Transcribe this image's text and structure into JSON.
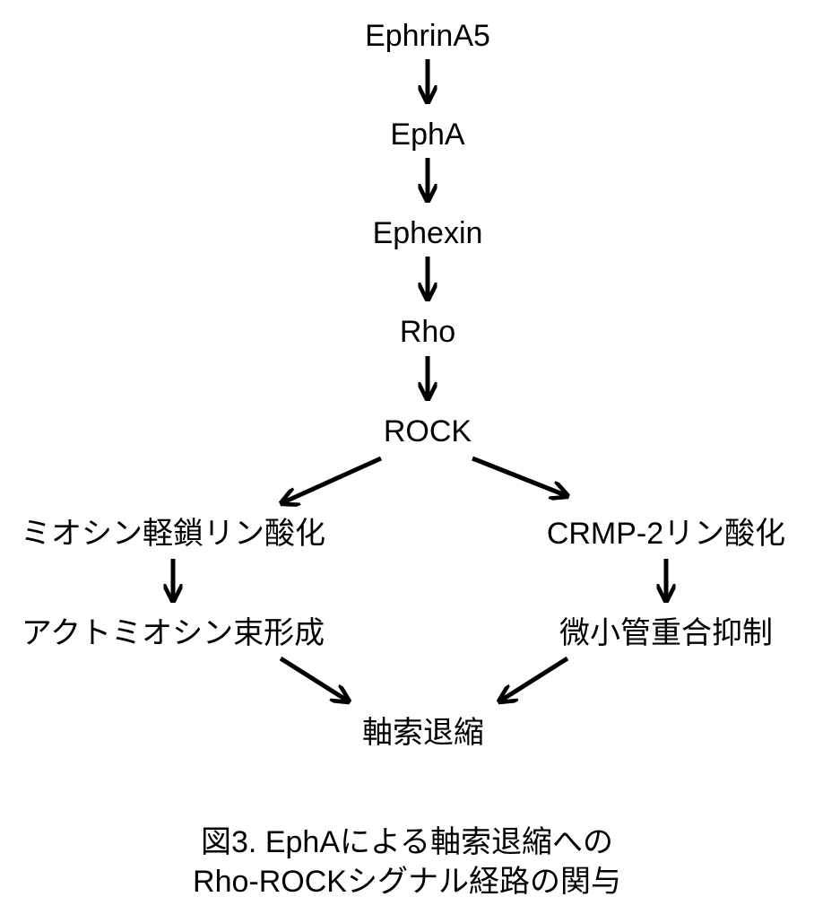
{
  "diagram": {
    "nodes": {
      "ephrina5": "EphrinA5",
      "epha": "EphA",
      "ephexin": "Ephexin",
      "rho": "Rho",
      "rock": "ROCK",
      "mlc_phos": "ミオシン軽鎖リン酸化",
      "crmp2_phos": "CRMP-2リン酸化",
      "actomyosin": "アクトミオシン束形成",
      "microtubule": "微小管重合抑制",
      "axon_retraction": "軸索退縮"
    },
    "edges": [
      {
        "from": "EphrinA5",
        "to": "EphA"
      },
      {
        "from": "EphA",
        "to": "Ephexin"
      },
      {
        "from": "Ephexin",
        "to": "Rho"
      },
      {
        "from": "Rho",
        "to": "ROCK"
      },
      {
        "from": "ROCK",
        "to": "ミオシン軽鎖リン酸化"
      },
      {
        "from": "ROCK",
        "to": "CRMP-2リン酸化"
      },
      {
        "from": "ミオシン軽鎖リン酸化",
        "to": "アクトミオシン束形成"
      },
      {
        "from": "CRMP-2リン酸化",
        "to": "微小管重合抑制"
      },
      {
        "from": "アクトミオシン束形成",
        "to": "軸索退縮"
      },
      {
        "from": "微小管重合抑制",
        "to": "軸索退縮"
      }
    ]
  },
  "caption": {
    "line1": "図3. EphAによる軸索退縮への",
    "line2": "Rho-ROCKシグナル経路の関与"
  }
}
